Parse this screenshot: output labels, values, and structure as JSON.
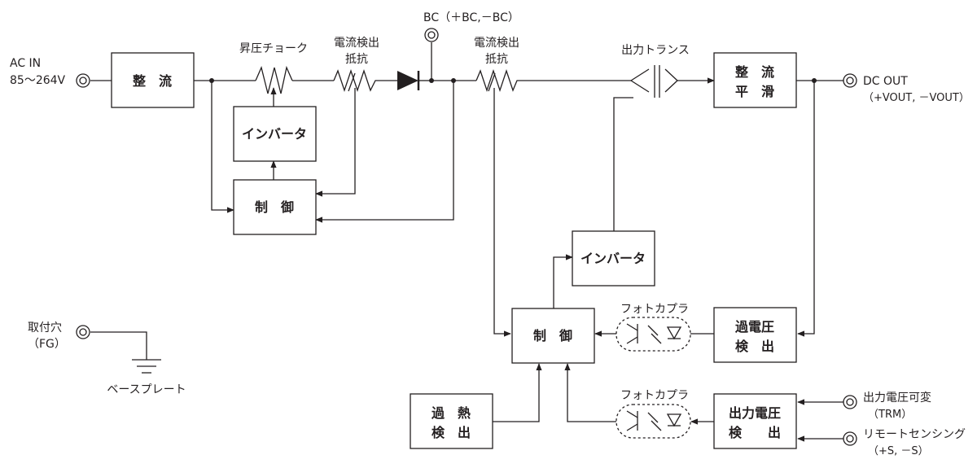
{
  "blocks": {
    "rect1": "整　流",
    "inverter1": "インバータ",
    "control1": "制　御",
    "rect_smooth_1": "整　流",
    "rect_smooth_2": "平　滑",
    "inverter2": "インバータ",
    "control2": "制　御",
    "ovp_1": "過電圧",
    "ovp_2": "検　出",
    "oth_1": "過　熱",
    "oth_2": "検　出",
    "vdet_1": "出力電圧",
    "vdet_2": "検　　出"
  },
  "labels": {
    "ac_in_1": "AC IN",
    "ac_in_2": "85～264V",
    "boost_choke": "昇圧チョーク",
    "cs1_1": "電流検出",
    "cs1_2": "抵抗",
    "cs2_1": "電流検出",
    "cs2_2": "抵抗",
    "bc": "BC（＋BC,－BC）",
    "out_trans": "出力トランス",
    "dc_out_1": "DC OUT",
    "dc_out_2": "（+VOUT, －VOUT）",
    "photo1": "フォトカプラ",
    "photo2": "フォトカプラ",
    "fg_1": "取付穴",
    "fg_2": "（FG）",
    "base_plate": "ベースプレート",
    "trm_1": "出力電圧可変",
    "trm_2": "（TRM）",
    "rs_1": "リモートセンシング",
    "rs_2": "（+S, －S）"
  }
}
